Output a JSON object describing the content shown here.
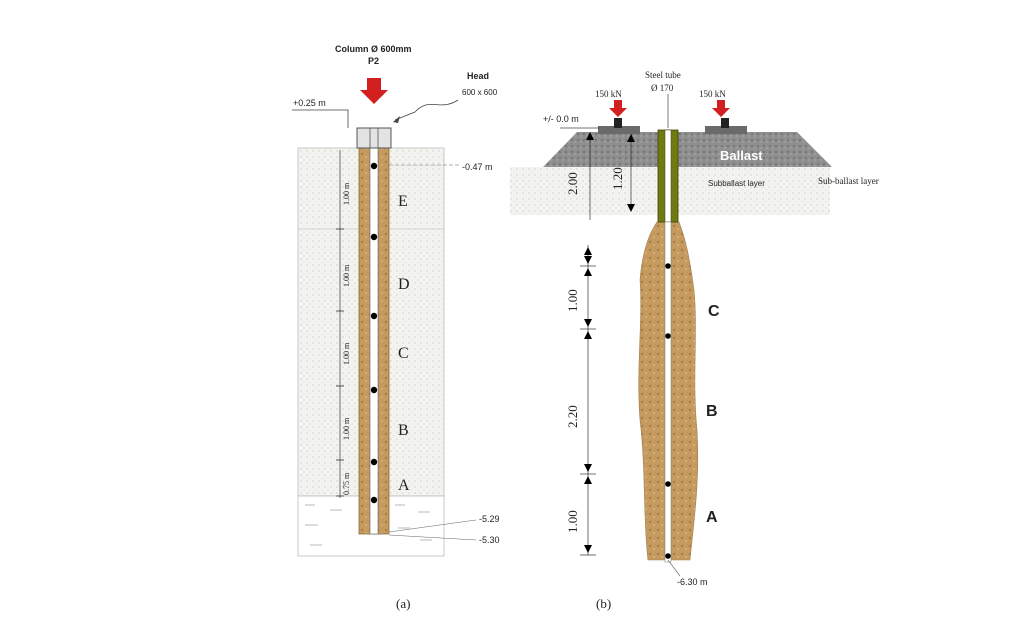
{
  "panel_a": {
    "column_title": "Column Ø 600mm",
    "column_id": "P2",
    "head_label": "Head",
    "head_size": "600 x 600",
    "top_level": "+0.25 m",
    "level_047": "-0.47 m",
    "level_529": "-5.29",
    "level_530": "-5.30",
    "dims": [
      "1.00 m",
      "1.00 m",
      "1.00 m",
      "1.00 m",
      "0.75 m"
    ],
    "zones": [
      "E",
      "D",
      "C",
      "B",
      "A"
    ],
    "caption": "(a)"
  },
  "panel_b": {
    "steel_tube": "Steel tube",
    "steel_diam": "Ø 170",
    "load_left": "150 kN",
    "load_right": "150 kN",
    "top_level": "+/- 0.0 m",
    "ballast": "Ballast",
    "subballast": "Subballast layer",
    "subballast_side": "Sub-ballast layer",
    "dim_200": "2.00",
    "dim_120": "1.20",
    "dims": [
      "1.00",
      "2.20",
      "1.00"
    ],
    "zones": [
      "C",
      "B",
      "A"
    ],
    "bottom_level": "-6.30 m",
    "caption": "(b)"
  },
  "colors": {
    "column": "#c49a5f",
    "soil": "#f1f1ee",
    "ballast": "#8f8f8f",
    "tube": "#6f7a12",
    "load_arrow": "#d21f1f"
  }
}
